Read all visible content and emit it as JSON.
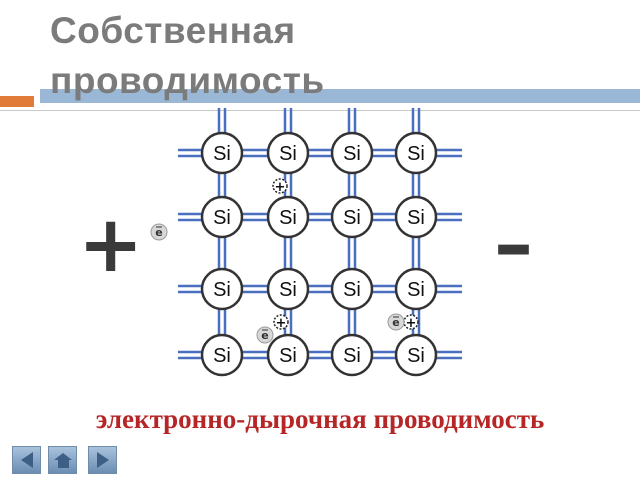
{
  "slide": {
    "title": "Собственная проводимость",
    "caption": "электронно-дырочная проводимость",
    "plus_sign": "+",
    "minus_sign": "–"
  },
  "lattice": {
    "atom_label": "Si",
    "rows": 4,
    "cols": 4,
    "electron_label": "e",
    "hole_label": "+"
  },
  "colors": {
    "title": "#7b7b7b",
    "caption": "#b72626",
    "bond": "#4a6fbf",
    "accent_orange": "#e07b39",
    "accent_blue": "#9ab8d6"
  },
  "nav": {
    "prev": "prev-icon",
    "home": "home-icon",
    "next": "next-icon"
  }
}
